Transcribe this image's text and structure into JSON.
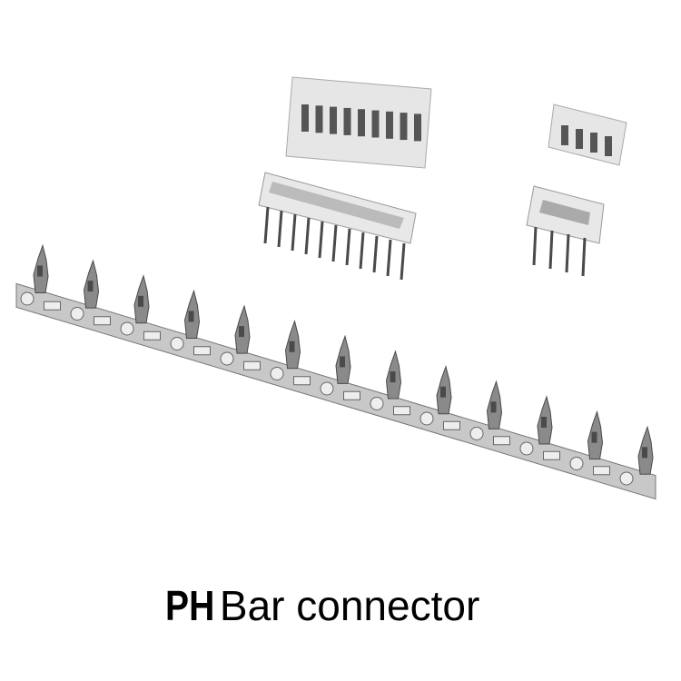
{
  "caption": {
    "bold": "PH",
    "rest": "Bar connector"
  },
  "photo": {
    "subject": "terminal-strip-and-housings",
    "terminal_count": 13,
    "colors": {
      "housing": "#e8e8e8",
      "metal": "#8a8a8a",
      "dark": "#4a4a4a"
    }
  }
}
